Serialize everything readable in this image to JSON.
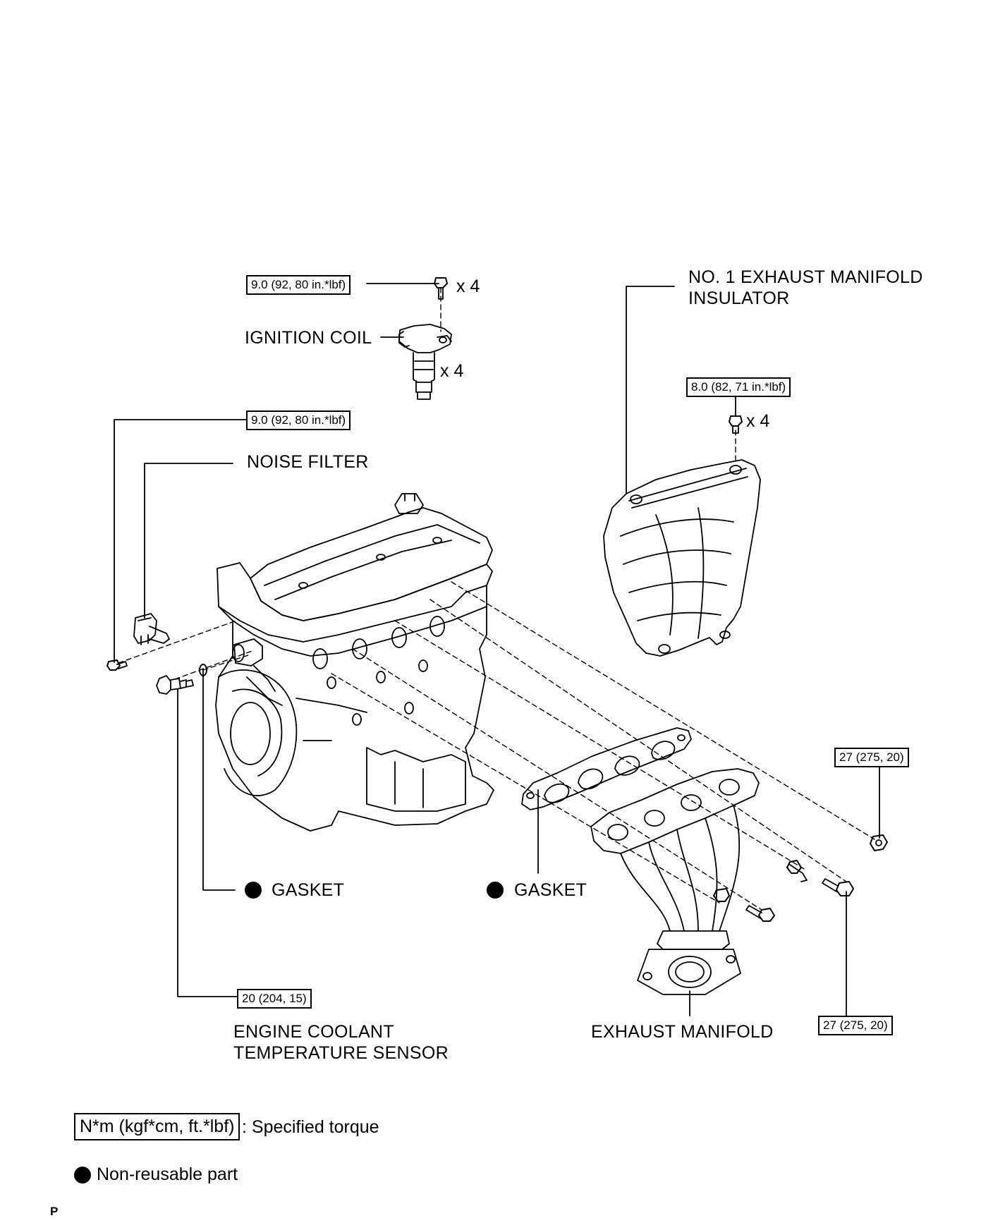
{
  "torques": {
    "ignition_coil_bolt": "9.0 (92, 80 in.*lbf)",
    "noise_filter_bolt": "9.0 (92, 80 in.*lbf)",
    "insulator_bolt": "8.0 (82, 71 in.*lbf)",
    "manifold_nut_upper": "27 (275, 20)",
    "manifold_bolt_lower": "27 (275, 20)",
    "coolant_sensor": "20 (204, 15)"
  },
  "quantities": {
    "ignition_bolt_qty": "x 4",
    "ignition_coil_qty": "x 4",
    "insulator_bolt_qty": "x 4"
  },
  "labels": {
    "ignition_coil": "IGNITION COIL",
    "noise_filter": "NOISE FILTER",
    "insulator_line1": "NO. 1 EXHAUST MANIFOLD",
    "insulator_line2": "INSULATOR",
    "gasket_left": "GASKET",
    "gasket_right": "GASKET",
    "coolant_line1": "ENGINE COOLANT",
    "coolant_line2": "TEMPERATURE SENSOR",
    "exhaust_manifold": "EXHAUST MANIFOLD"
  },
  "legend": {
    "torque_unit": "N*m (kgf*cm, ft.*lbf)",
    "torque_desc": ": Specified torque",
    "nonreusable_desc": "Non-reusable part"
  },
  "footer": {
    "mark": "P"
  },
  "icons": {
    "nonreusable": "filled-circle-icon"
  }
}
